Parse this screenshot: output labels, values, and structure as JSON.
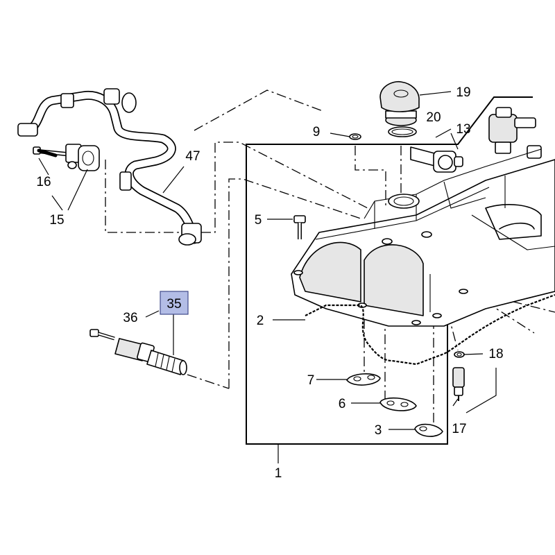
{
  "figure": {
    "type": "exploded-parts-diagram",
    "highlight_color": "#b3bde6",
    "callouts": {
      "c1": "1",
      "c2": "2",
      "c3": "3",
      "c5": "5",
      "c6": "6",
      "c7": "7",
      "c9": "9",
      "c13": "13",
      "c15": "15",
      "c16": "16",
      "c17": "17",
      "c18": "18",
      "c19": "19",
      "c20": "20",
      "c35": "35",
      "c36": "36",
      "c47": "47"
    },
    "highlighted_callout": "35"
  }
}
